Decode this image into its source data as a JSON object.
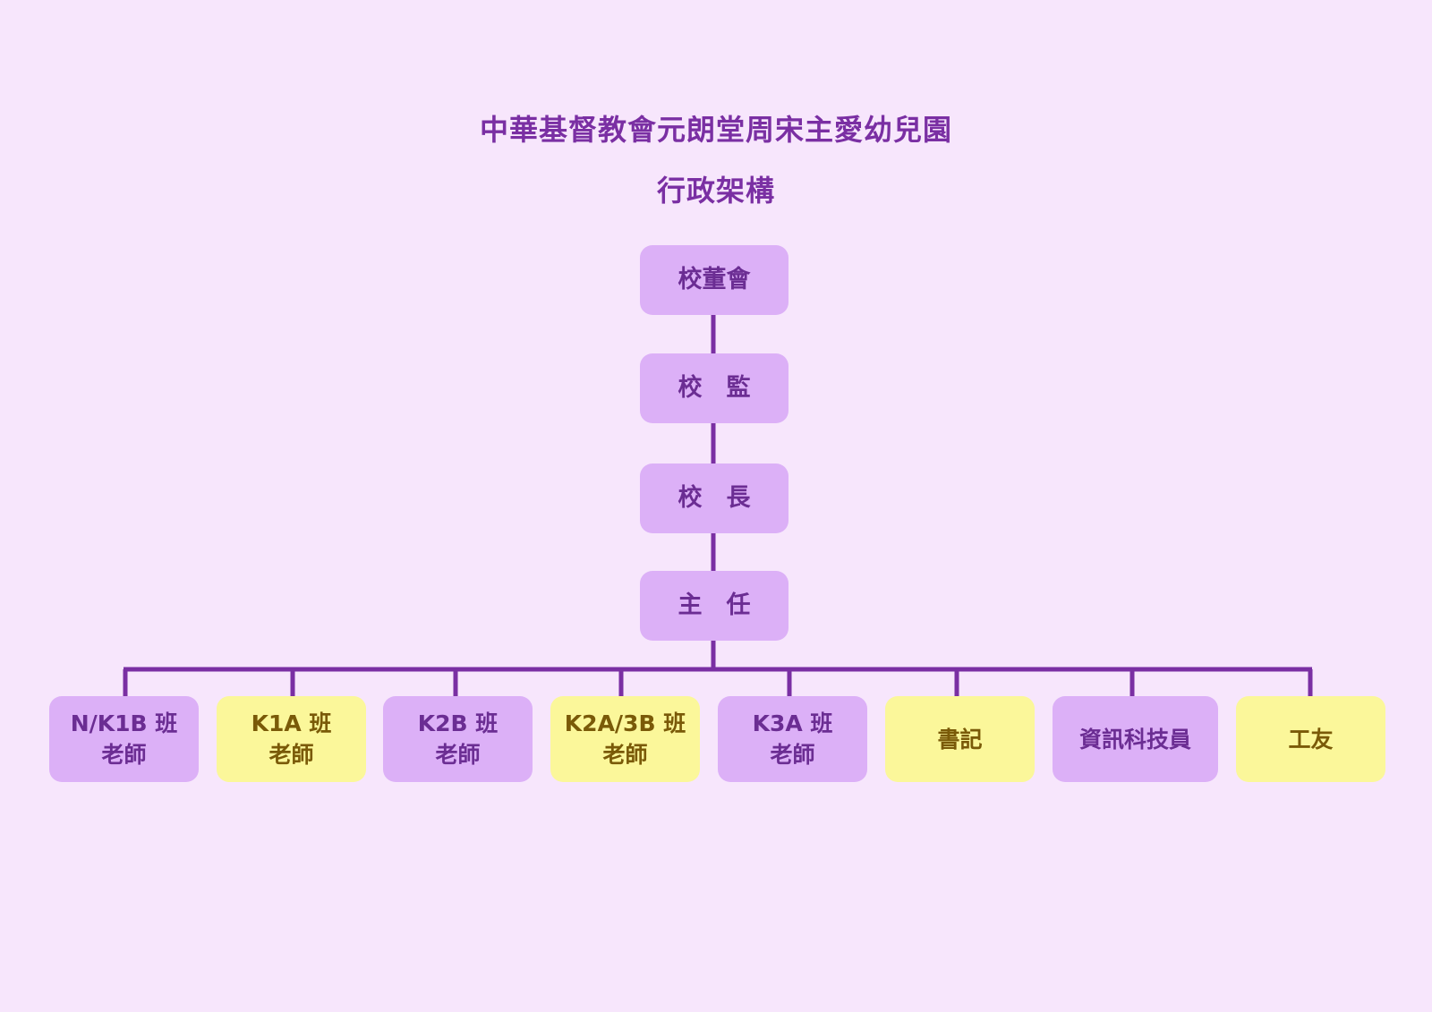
{
  "title": "中華基督教會元朗堂周宋主愛幼兒園",
  "subtitle": "行政架構",
  "chain": [
    {
      "label": "校董會"
    },
    {
      "label": "校　監"
    },
    {
      "label": "校　長"
    },
    {
      "label": "主　任"
    }
  ],
  "leaves": [
    {
      "line1": "N/K1B 班",
      "line2": "老師",
      "color": "#dcb0f7"
    },
    {
      "line1": "K1A 班",
      "line2": "老師",
      "color": "#fbf79a"
    },
    {
      "line1": "K2B 班",
      "line2": "老師",
      "color": "#dcb0f7"
    },
    {
      "line1": "K2A/3B 班",
      "line2": "老師",
      "color": "#fbf79a"
    },
    {
      "line1": "K3A 班",
      "line2": "老師",
      "color": "#dcb0f7"
    },
    {
      "line1": "書記",
      "line2": "",
      "color": "#fbf79a"
    },
    {
      "line1": "資訊科技員",
      "line2": "",
      "color": "#dcb0f7"
    },
    {
      "line1": "工友",
      "line2": "",
      "color": "#fbf79a"
    }
  ],
  "colors": {
    "background": "#f7e6fc",
    "connector": "#7a2fa3",
    "purple_box": "#dcb0f7",
    "yellow_box": "#fbf79a"
  }
}
